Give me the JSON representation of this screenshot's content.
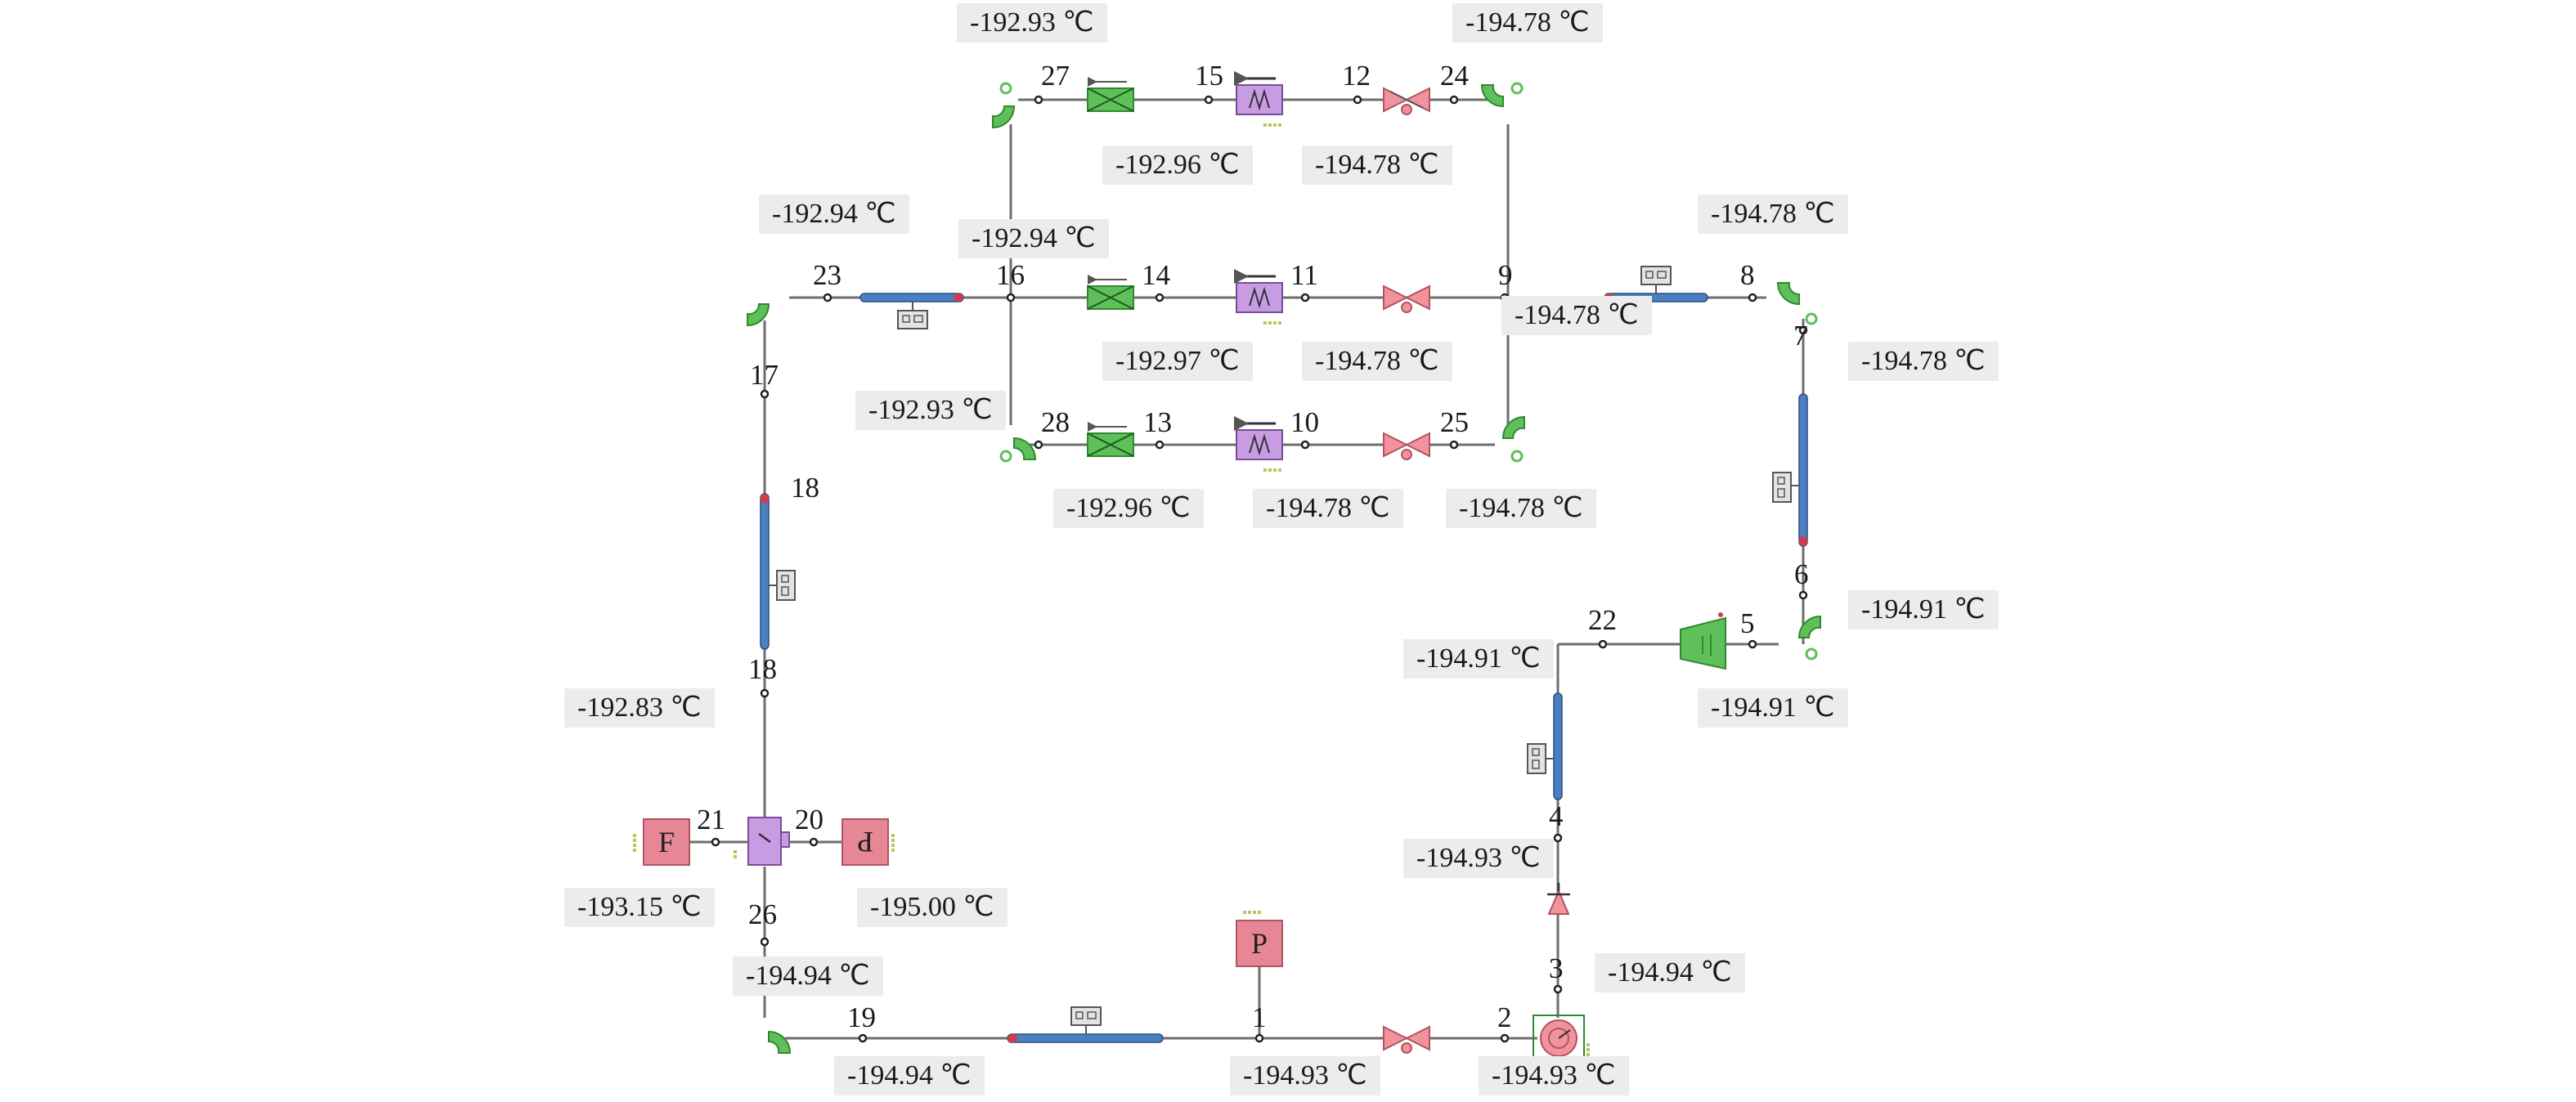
{
  "colors": {
    "pipe": "#6e6e6e",
    "heat_exchanger": "#4a7fc0",
    "hx_hot_end": "#d23c4a",
    "bend": "#5fbf5a",
    "cooler": "#5fbf5a",
    "heater": "#c79ce2",
    "valve": "#f1929c",
    "separator": "#c79ce2",
    "boundary": "#e78796",
    "pump": "#5fbf5a",
    "label_bg": "#ececec"
  },
  "boundaries": {
    "feed_letter": "F",
    "product_letter": "P",
    "pressure_letter": "P"
  },
  "node_labels": [
    "27",
    "15",
    "12",
    "24",
    "23",
    "16",
    "14",
    "11",
    "9",
    "8",
    "7",
    "17",
    "28",
    "13",
    "10",
    "25",
    "18",
    "18",
    "6",
    "22",
    "5",
    "21",
    "20",
    "4",
    "26",
    "3",
    "19",
    "1",
    "2"
  ],
  "temperature_labels": [
    "-192.93 ℃",
    "-194.78 ℃",
    "-192.96 ℃",
    "-194.78 ℃",
    "-192.94 ℃",
    "-194.78 ℃",
    "-192.94 ℃",
    "-194.78 ℃",
    "-192.97 ℃",
    "-194.78 ℃",
    "-194.78 ℃",
    "-192.93 ℃",
    "-192.96 ℃",
    "-194.78 ℃",
    "-194.78 ℃",
    "-194.91 ℃",
    "-194.91 ℃",
    "-194.91 ℃",
    "-192.83 ℃",
    "-194.93 ℃",
    "-193.15 ℃",
    "-195.00 ℃",
    "-194.94 ℃",
    "-194.94 ℃",
    "-194.94 ℃",
    "-194.93 ℃",
    "-194.93 ℃"
  ]
}
